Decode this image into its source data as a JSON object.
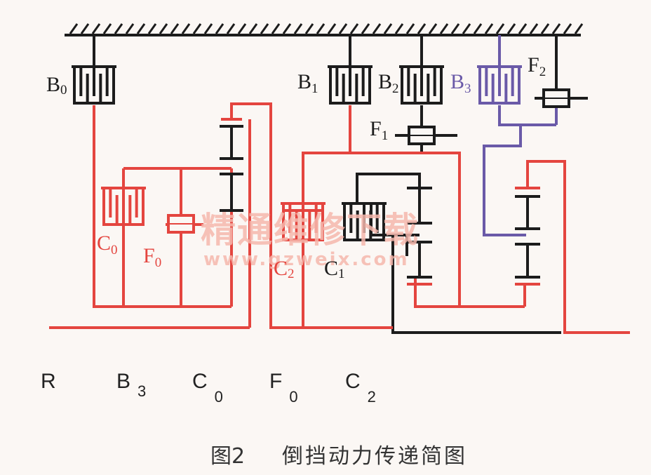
{
  "colors": {
    "housing": "#1c1c1c",
    "power": "#e4453f",
    "idle": "#1c1c1c",
    "brake_b3": "#6a5aa8",
    "watermark": "#f6b8ad"
  },
  "components": {
    "B0": "B",
    "B0_sub": "0",
    "B1": "B",
    "B1_sub": "1",
    "B2": "B",
    "B2_sub": "2",
    "B3": "B",
    "B3_sub": "3",
    "F2": "F",
    "F2_sub": "2",
    "F1": "F",
    "F1_sub": "1",
    "C0": "C",
    "C0_sub": "0",
    "F0": "F",
    "F0_sub": "0",
    "C2": "C",
    "C2_sub": "2",
    "C1": "C",
    "C1_sub": "1"
  },
  "legend": {
    "items": [
      {
        "main": "R",
        "sub": ""
      },
      {
        "main": "B",
        "sub": "3"
      },
      {
        "main": "C",
        "sub": "0"
      },
      {
        "main": "F",
        "sub": "0"
      },
      {
        "main": "C",
        "sub": "2"
      }
    ]
  },
  "watermark": {
    "cn": "精通维修下载",
    "url": "www.gzweix.com"
  },
  "caption": {
    "figure": "图2",
    "title": "倒挡动力传递简图"
  }
}
